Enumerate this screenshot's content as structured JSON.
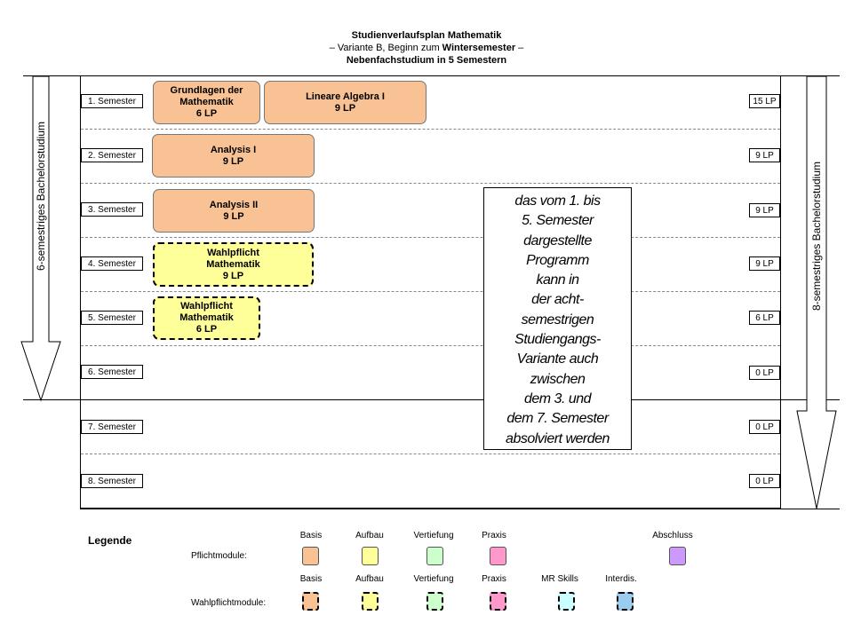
{
  "title": {
    "line1": "Studienverlaufsplan Mathematik",
    "line2_pre": "– Variante B, Beginn zum ",
    "line2_bold": "Wintersemester",
    "line2_post": " –",
    "line3": "Nebenfachstudium in 5 Semestern"
  },
  "left_arrow_label": "6-semestriges Bachelorstudium",
  "right_arrow_label": "8-semestriges Bachelorstudium",
  "semesters": [
    {
      "label": "1. Semester",
      "lp": "15 LP"
    },
    {
      "label": "2. Semester",
      "lp": "9 LP"
    },
    {
      "label": "3. Semester",
      "lp": "9 LP"
    },
    {
      "label": "4. Semester",
      "lp": "9 LP"
    },
    {
      "label": "5. Semester",
      "lp": "6 LP"
    },
    {
      "label": "6. Semester",
      "lp": "0 LP"
    },
    {
      "label": "7. Semester",
      "lp": "0 LP"
    },
    {
      "label": "8. Semester",
      "lp": "0 LP"
    }
  ],
  "modules": {
    "grundlagen": {
      "line1": "Grundlagen der",
      "line2": "Mathematik",
      "line3": "6 LP"
    },
    "lineare_algebra": {
      "line1": "Lineare Algebra I",
      "line2": "9 LP"
    },
    "analysis1": {
      "line1": "Analysis I",
      "line2": "9 LP"
    },
    "analysis2": {
      "line1": "Analysis II",
      "line2": "9 LP"
    },
    "wahlpflicht1": {
      "line1": "Wahlpflicht",
      "line2": "Mathematik",
      "line3": "9 LP"
    },
    "wahlpflicht2": {
      "line1": "Wahlpflicht",
      "line2": "Mathematik",
      "line3": "6 LP"
    }
  },
  "note_lines": [
    "das vom 1. bis",
    "5. Semester",
    "dargestellte",
    "Programm",
    "kann in",
    "der acht-",
    "semestrigen",
    "Studiengangs-",
    "Variante auch",
    "zwischen",
    "dem 3. und",
    "dem 7. Semester",
    "absolviert werden"
  ],
  "legend": {
    "title": "Legende",
    "pflicht_label": "Pflichtmodule:",
    "wahl_label": "Wahlpflichtmodule:",
    "pflicht_items": [
      {
        "label": "Basis",
        "color": "#f9c294"
      },
      {
        "label": "Aufbau",
        "color": "#ffff99"
      },
      {
        "label": "Vertiefung",
        "color": "#ccffcc"
      },
      {
        "label": "Praxis",
        "color": "#ff99cc"
      },
      {
        "label": "Abschluss",
        "color": "#cc99ff"
      }
    ],
    "wahl_items": [
      {
        "label": "Basis",
        "color": "#f9c294"
      },
      {
        "label": "Aufbau",
        "color": "#ffff99"
      },
      {
        "label": "Vertiefung",
        "color": "#ccffcc"
      },
      {
        "label": "Praxis",
        "color": "#ff99cc"
      },
      {
        "label": "MR Skills",
        "color": "#ccffff"
      },
      {
        "label": "Interdis.",
        "color": "#99ccee"
      }
    ]
  }
}
